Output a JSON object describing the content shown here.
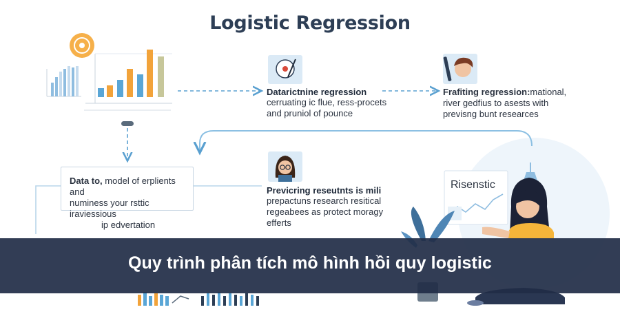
{
  "title": "Logistic Regression",
  "banner": "Quy trình phân tích mô hình hồi quy logistic",
  "steps": [
    {
      "title": "Datarictnine regression",
      "lines": [
        "cerruating ic flue, ress-procets",
        "and pruniol of pounce"
      ]
    },
    {
      "title": "Frafiting regression:",
      "title_rest": "mational,",
      "lines": [
        "river gedfius to asests with",
        "previsng bunt researces"
      ]
    },
    {
      "title": "Data to,",
      "title_rest": "model of erplients and",
      "lines": [
        "numiness your rsttic iraviessious",
        "ip edvertation"
      ]
    },
    {
      "title": "Previcring reseutnts is mili",
      "lines": [
        "prepactuns research resitical",
        "regeabees as protect moragy",
        "efferts"
      ]
    }
  ],
  "screen_label": "Risenstic",
  "colors": {
    "title": "#2d3e55",
    "arrow": "#5aa0d0",
    "banner": "#212d47",
    "bar_blue": "#5aa6d6",
    "bar_orange": "#f2a33a",
    "bar_olive": "#c7c79a",
    "icon_bg": "#dbeaf6",
    "woman_shirt": "#f5b53a",
    "woman_hair": "#1c2236",
    "plant": "#3e6f9a"
  },
  "icons": [
    "gear-icon",
    "target-icon",
    "person-icon",
    "person-icon",
    "lamp-icon",
    "plant-icon"
  ]
}
